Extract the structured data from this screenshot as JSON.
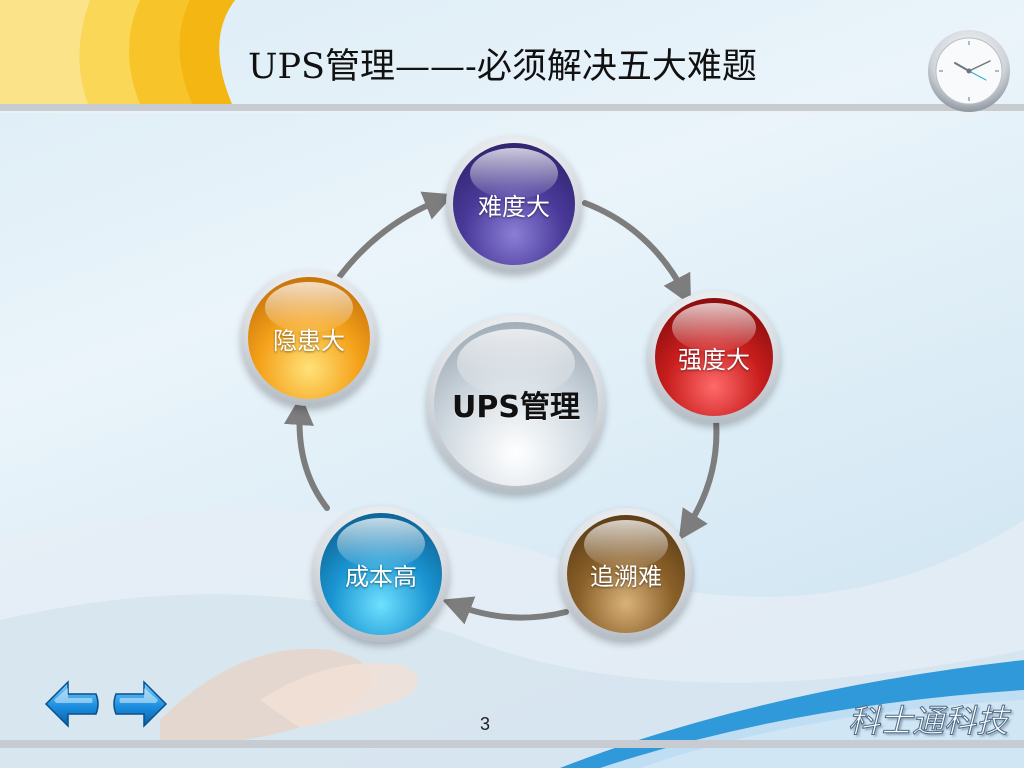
{
  "slide": {
    "title": "UPS管理——-必须解决五大难题",
    "page_number": "3",
    "brand": "科士通科技"
  },
  "diagram": {
    "center": {
      "label": "UPS管理"
    },
    "nodes": [
      {
        "label": "难度大",
        "color": "#4a3a9a"
      },
      {
        "label": "强度大",
        "color": "#c81d1d"
      },
      {
        "label": "追溯难",
        "color": "#8a6029"
      },
      {
        "label": "成本高",
        "color": "#1a95d1"
      },
      {
        "label": "隐患大",
        "color": "#f5a21a"
      }
    ]
  },
  "navigation": {
    "prev_icon": "arrow-left-icon",
    "next_icon": "arrow-right-icon"
  },
  "decor": {
    "clock_icon": "clock-icon",
    "accent_yellow": "#f7c21e",
    "accent_blue": "#1e90d6"
  }
}
